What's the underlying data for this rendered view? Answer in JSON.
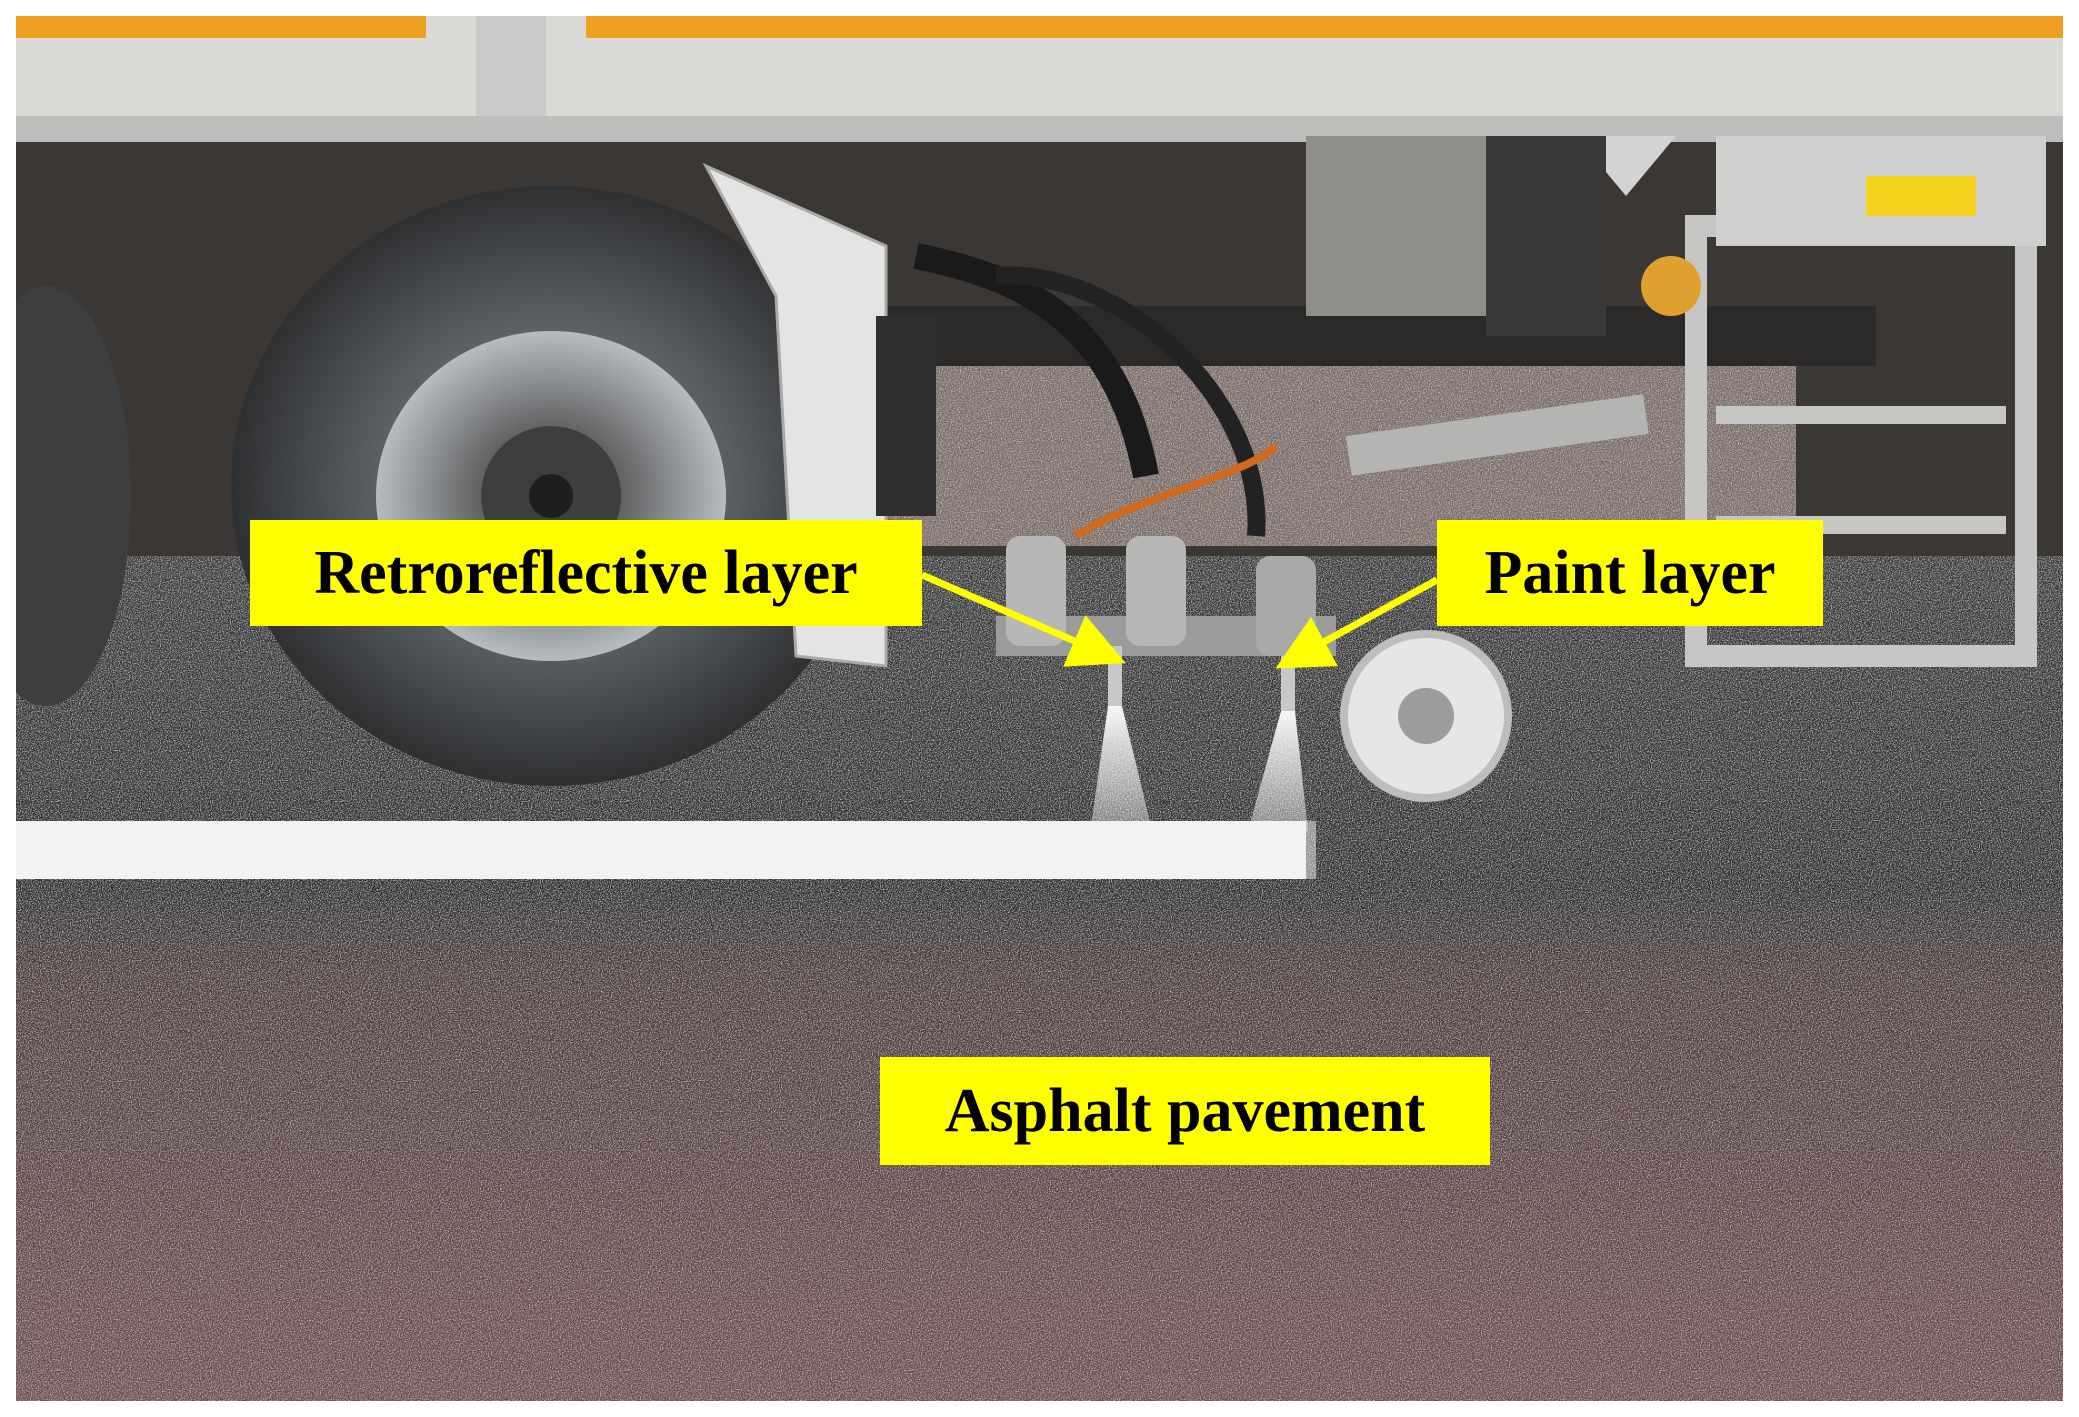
{
  "labels": {
    "retroreflective": "Retroreflective layer",
    "paint": "Paint layer",
    "asphalt": "Asphalt pavement"
  },
  "colors": {
    "label_background": "#ffff00",
    "label_text": "#000000",
    "truck_body": "#d9d9d6",
    "truck_stripe": "#f0a020",
    "asphalt_dark": "#2e2e30",
    "asphalt_red": "#6b4a48",
    "road_marking": "#f2f2f0"
  }
}
